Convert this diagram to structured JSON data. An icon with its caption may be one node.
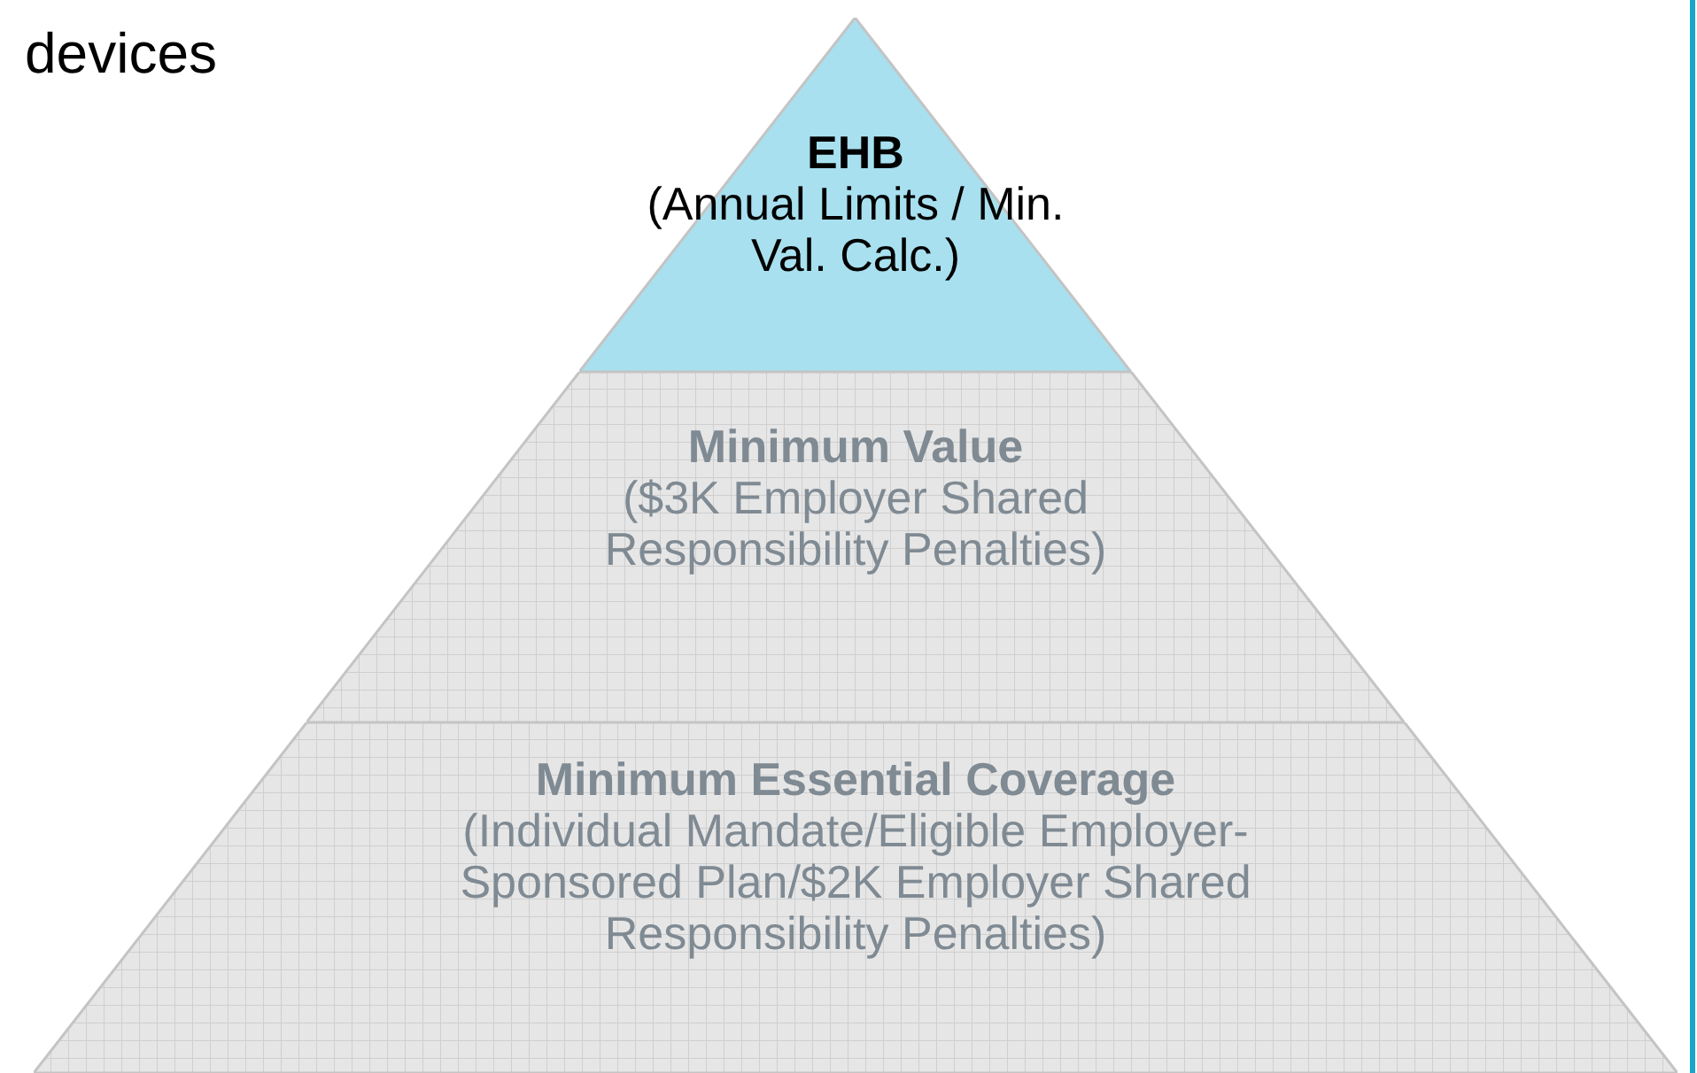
{
  "diagram": {
    "nodes": [
      {
        "text": [
          "EHB",
          "(Annual Limits / Min. Val. Calc.)"
        ]
      },
      {
        "text": [
          "Minimum Value",
          "($3K Employer Shared Responsibility Penalties)"
        ]
      },
      {
        "text": [
          "Minimum Essential Coverage",
          "(Individual Mandate/Eligible Employer-Sponsored Plan/$2K Employer Shared Responsibility Penalties)"
        ]
      }
    ],
    "edges": [],
    "labels": [
      "devices"
    ]
  }
}
